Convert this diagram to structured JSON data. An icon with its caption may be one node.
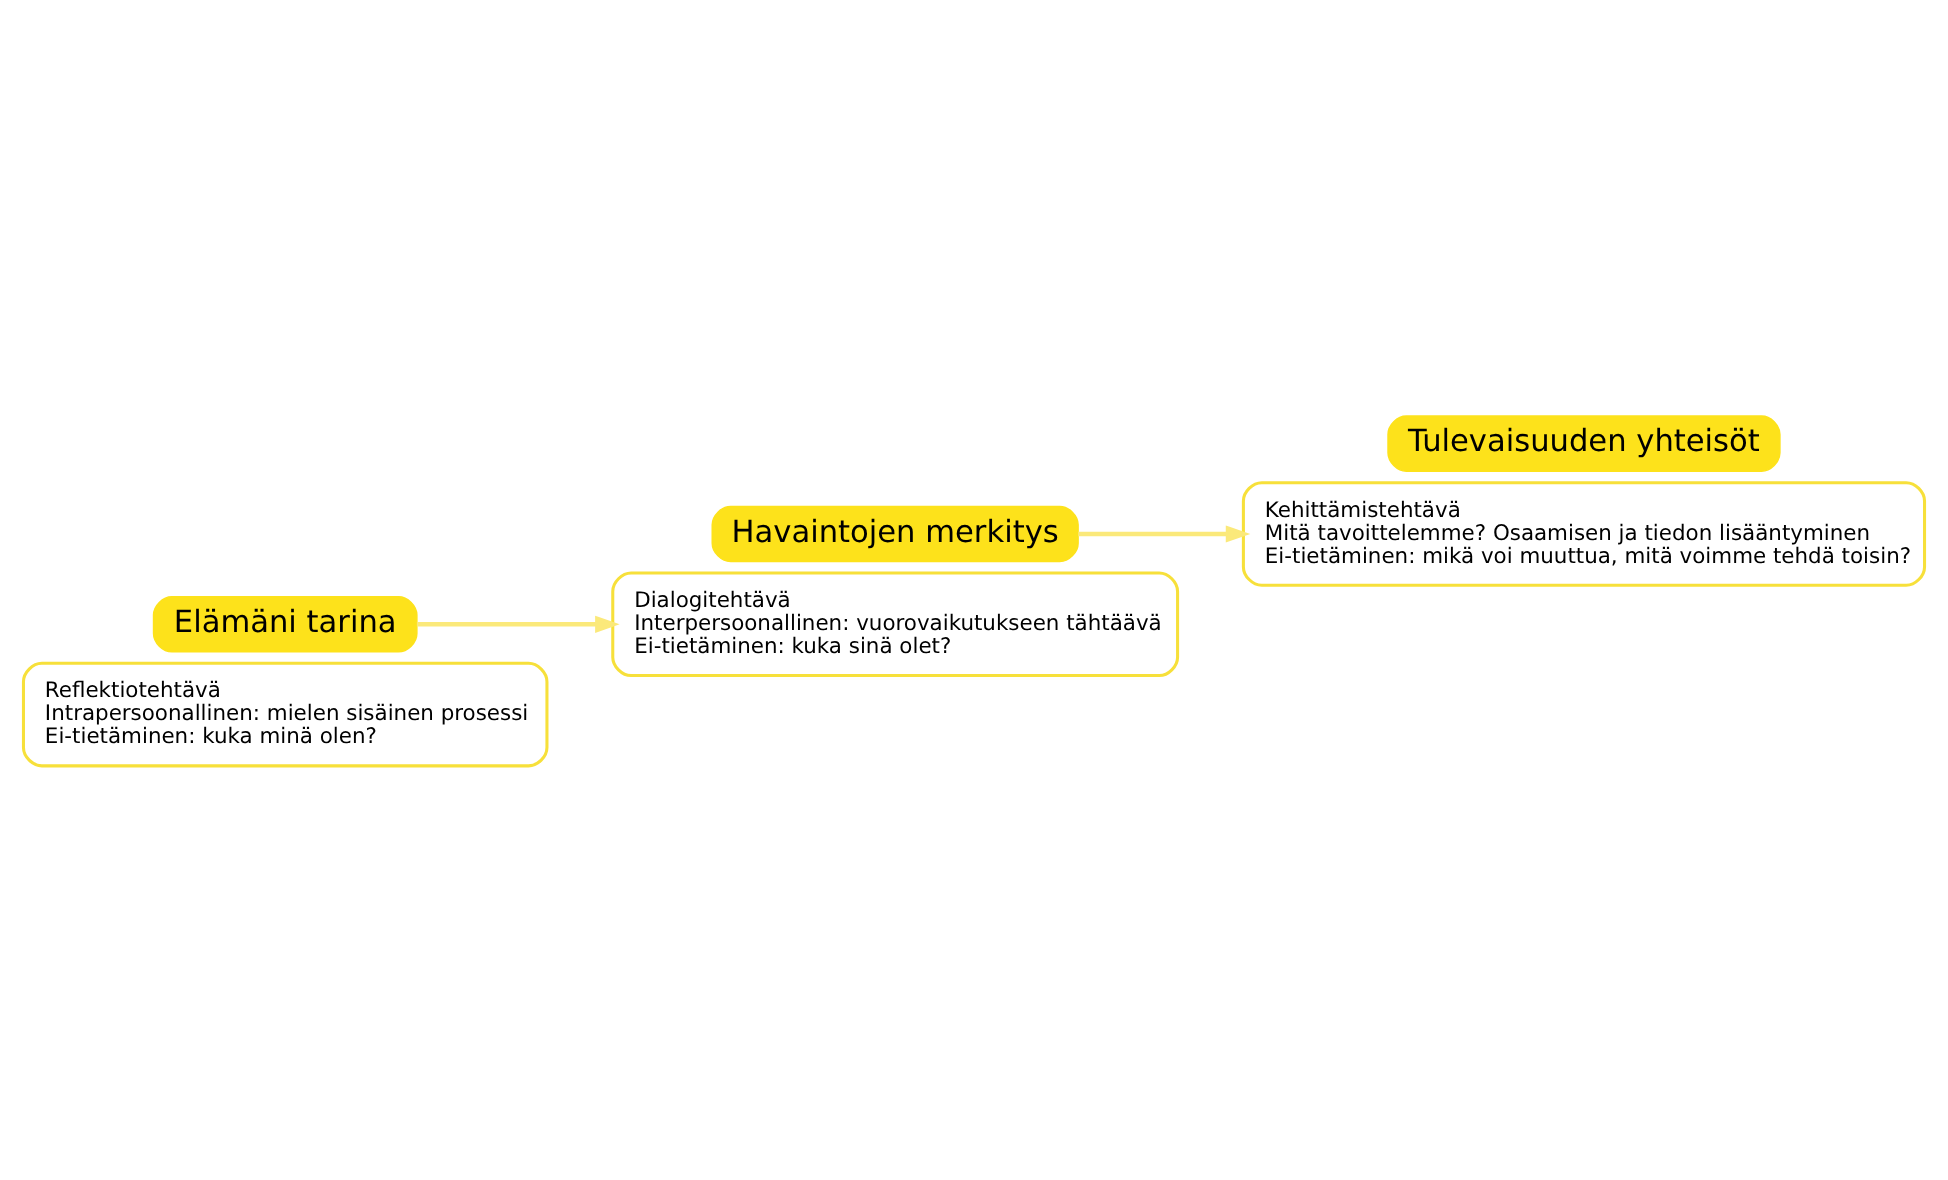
{
  "diagram": {
    "nodes": [
      {
        "text": [
          "Reflektiotehtävä",
          "Intrapersoonallinen: mielen sisäinen prosessi",
          "Ei-tietäminen: kuka minä olen?"
        ]
      },
      {
        "text": [
          "Elämäni tarina"
        ]
      },
      {
        "text": [
          "Dialogitehtävä",
          "Interpersoonallinen: vuorovaikutukseen tähtäävä",
          "Ei-tietäminen: kuka sinä olet?"
        ]
      },
      {
        "text": [
          "Havaintojen merkitys"
        ]
      },
      {
        "text": [
          "Kehittämistehtävä",
          "Mitä tavoittelemme? Osaamisen ja tiedon lisääntyminen",
          "Ei-tietäminen: mikä voi muuttua, mitä voimme tehdä toisin?"
        ]
      },
      {
        "text": [
          "Tulevaisuuden yhteisöt"
        ]
      }
    ],
    "edges": [
      {
        "from": 1,
        "to": 2,
        "arrow": "to"
      },
      {
        "from": 3,
        "to": 4,
        "arrow": "to"
      }
    ]
  }
}
